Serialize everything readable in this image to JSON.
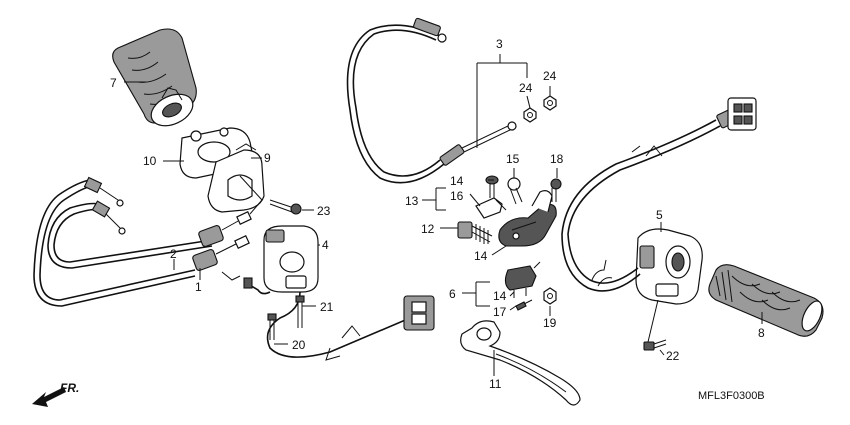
{
  "diagram_code": "MFL3F0300B",
  "direction_label": "FR.",
  "callouts": [
    {
      "id": "c1",
      "text": "1"
    },
    {
      "id": "c2",
      "text": "2"
    },
    {
      "id": "c3",
      "text": "3"
    },
    {
      "id": "c4",
      "text": "4"
    },
    {
      "id": "c5",
      "text": "5"
    },
    {
      "id": "c6",
      "text": "6"
    },
    {
      "id": "c7",
      "text": "7"
    },
    {
      "id": "c8",
      "text": "8"
    },
    {
      "id": "c9",
      "text": "9"
    },
    {
      "id": "c10",
      "text": "10"
    },
    {
      "id": "c11",
      "text": "11"
    },
    {
      "id": "c12",
      "text": "12"
    },
    {
      "id": "c13",
      "text": "13"
    },
    {
      "id": "c14a",
      "text": "14"
    },
    {
      "id": "c14b",
      "text": "14"
    },
    {
      "id": "c14c",
      "text": "14"
    },
    {
      "id": "c15",
      "text": "15"
    },
    {
      "id": "c16",
      "text": "16"
    },
    {
      "id": "c17",
      "text": "17"
    },
    {
      "id": "c18",
      "text": "18"
    },
    {
      "id": "c19",
      "text": "19"
    },
    {
      "id": "c20",
      "text": "20"
    },
    {
      "id": "c21",
      "text": "21"
    },
    {
      "id": "c22",
      "text": "22"
    },
    {
      "id": "c23",
      "text": "23"
    },
    {
      "id": "c24a",
      "text": "24"
    },
    {
      "id": "c24b",
      "text": "24"
    }
  ]
}
